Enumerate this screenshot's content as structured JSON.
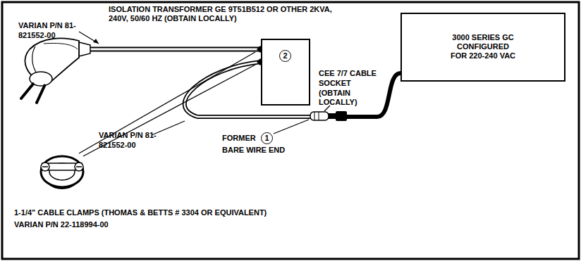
{
  "diagram": {
    "nodes": [
      {
        "text": [
          "ISOLATION TRANSFORMER GE 9T51B512 OR OTHER 2KVA, 240V, 50/60 HZ (OBTAIN LOCALLY)",
          "2"
        ]
      },
      {
        "text": [
          "3000 SERIES GC CONFIGURED FOR 220-240 VAC"
        ]
      }
    ],
    "edges": [
      {
        "from": 0,
        "to": 1,
        "arrow": "none"
      }
    ],
    "labels": [
      "VARIAN P/N 81-821552-00",
      "CEE 7/7 CABLE SOCKET (OBTAIN LOCALLY)",
      "VARIAN P/N 81-821552-00",
      "FORMER",
      "1",
      "BARE WIRE END",
      "1-1/4\" CABLE CLAMPS (THOMAS & BETTS # 3304 OR EQUIVALENT)",
      "VARIAN P/N 22-118994-00"
    ]
  }
}
